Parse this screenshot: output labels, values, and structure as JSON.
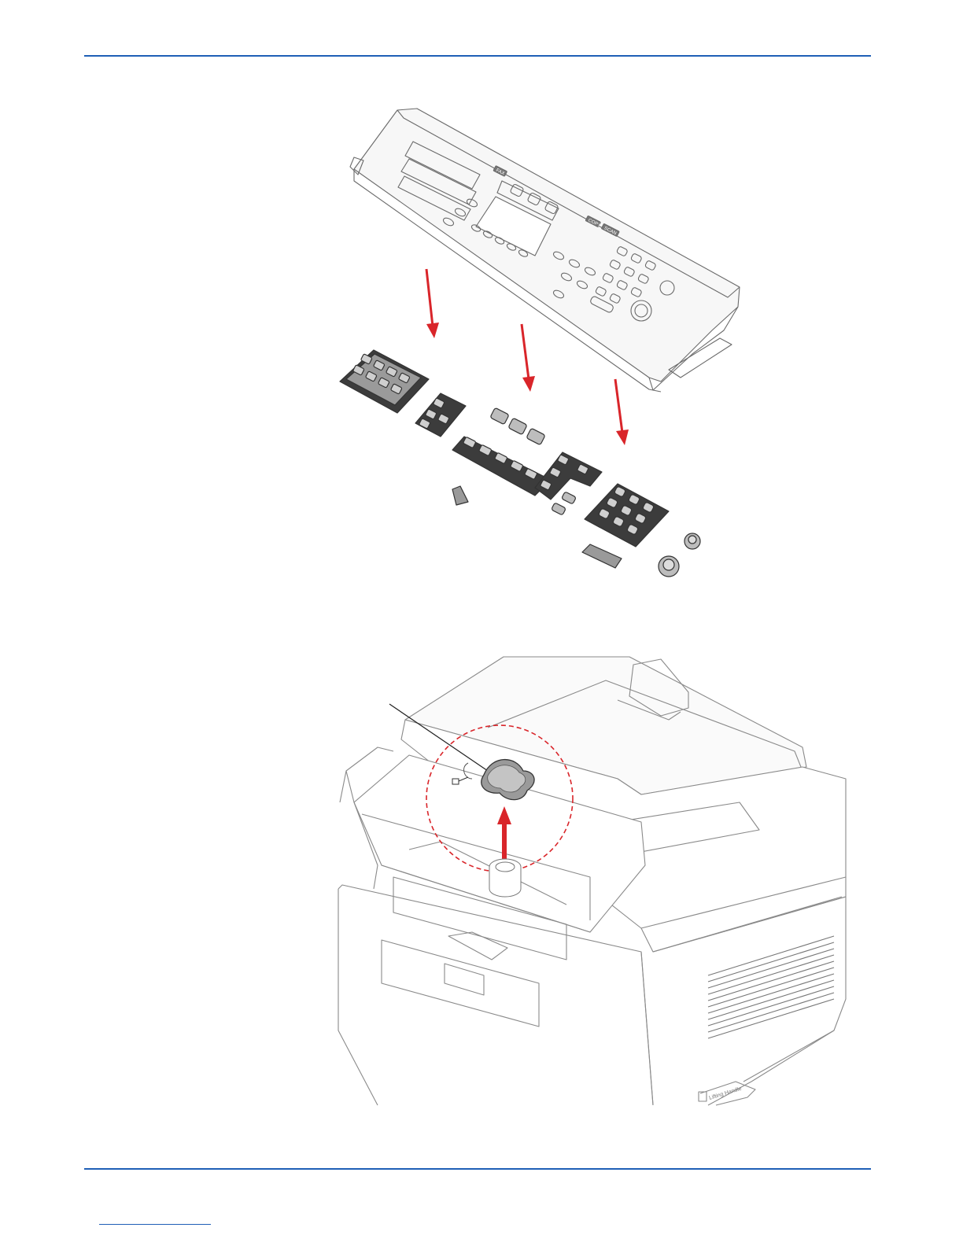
{
  "figure1": {
    "panel_labels": [
      "FAX",
      "COPY",
      "SCAN"
    ],
    "arrow_color": "#d9252a",
    "key_sheet_count": 11
  },
  "figure2": {
    "handle_label": "Lifting Handle",
    "highlight_color": "#d9252a",
    "arrow_color": "#d9252a"
  },
  "theme": {
    "rule_color": "#1f5fb6",
    "line_color": "#5a5a5a"
  }
}
